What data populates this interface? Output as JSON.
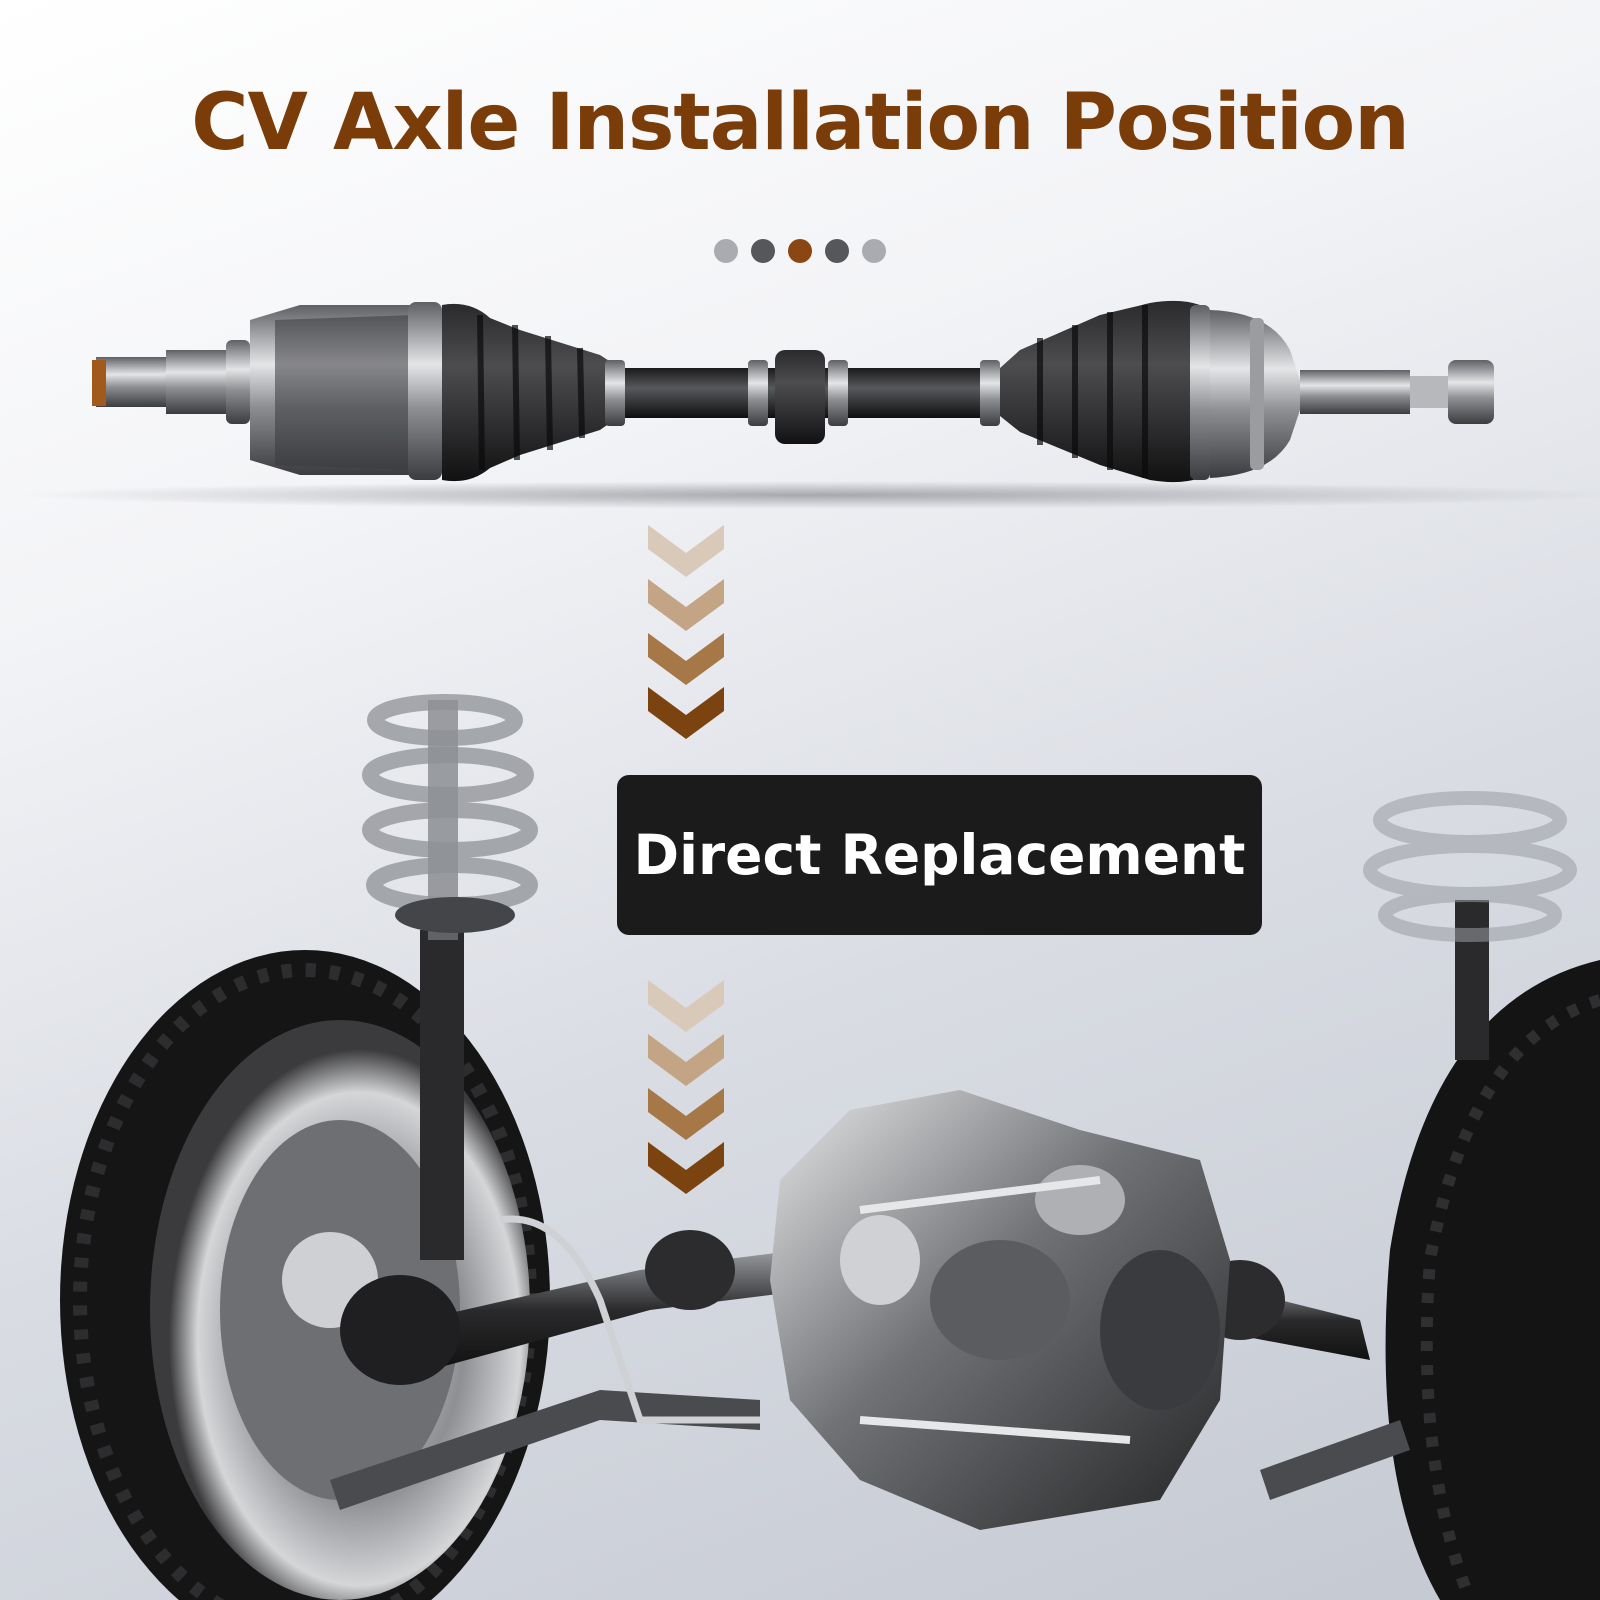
{
  "title": "CV Axle Installation Position",
  "badge_text": "Direct Replacement",
  "colors": {
    "title": "#7a3c08",
    "badge_bg": "#1c1b1c",
    "chevron_light": "#d8c9b8",
    "chevron_dark": "#7b4310",
    "dot_active": "#8a4714",
    "dot_dark": "#55575b",
    "dot_light": "#a9abb0"
  },
  "pagination": {
    "count": 5,
    "active_index": 2,
    "dot_colors": [
      "#a9abb0",
      "#55575b",
      "#8a4714",
      "#55575b",
      "#a9abb0"
    ]
  },
  "icons": [
    "cv-axle-product-image",
    "down-chevron-icon",
    "suspension-assembly-image"
  ]
}
